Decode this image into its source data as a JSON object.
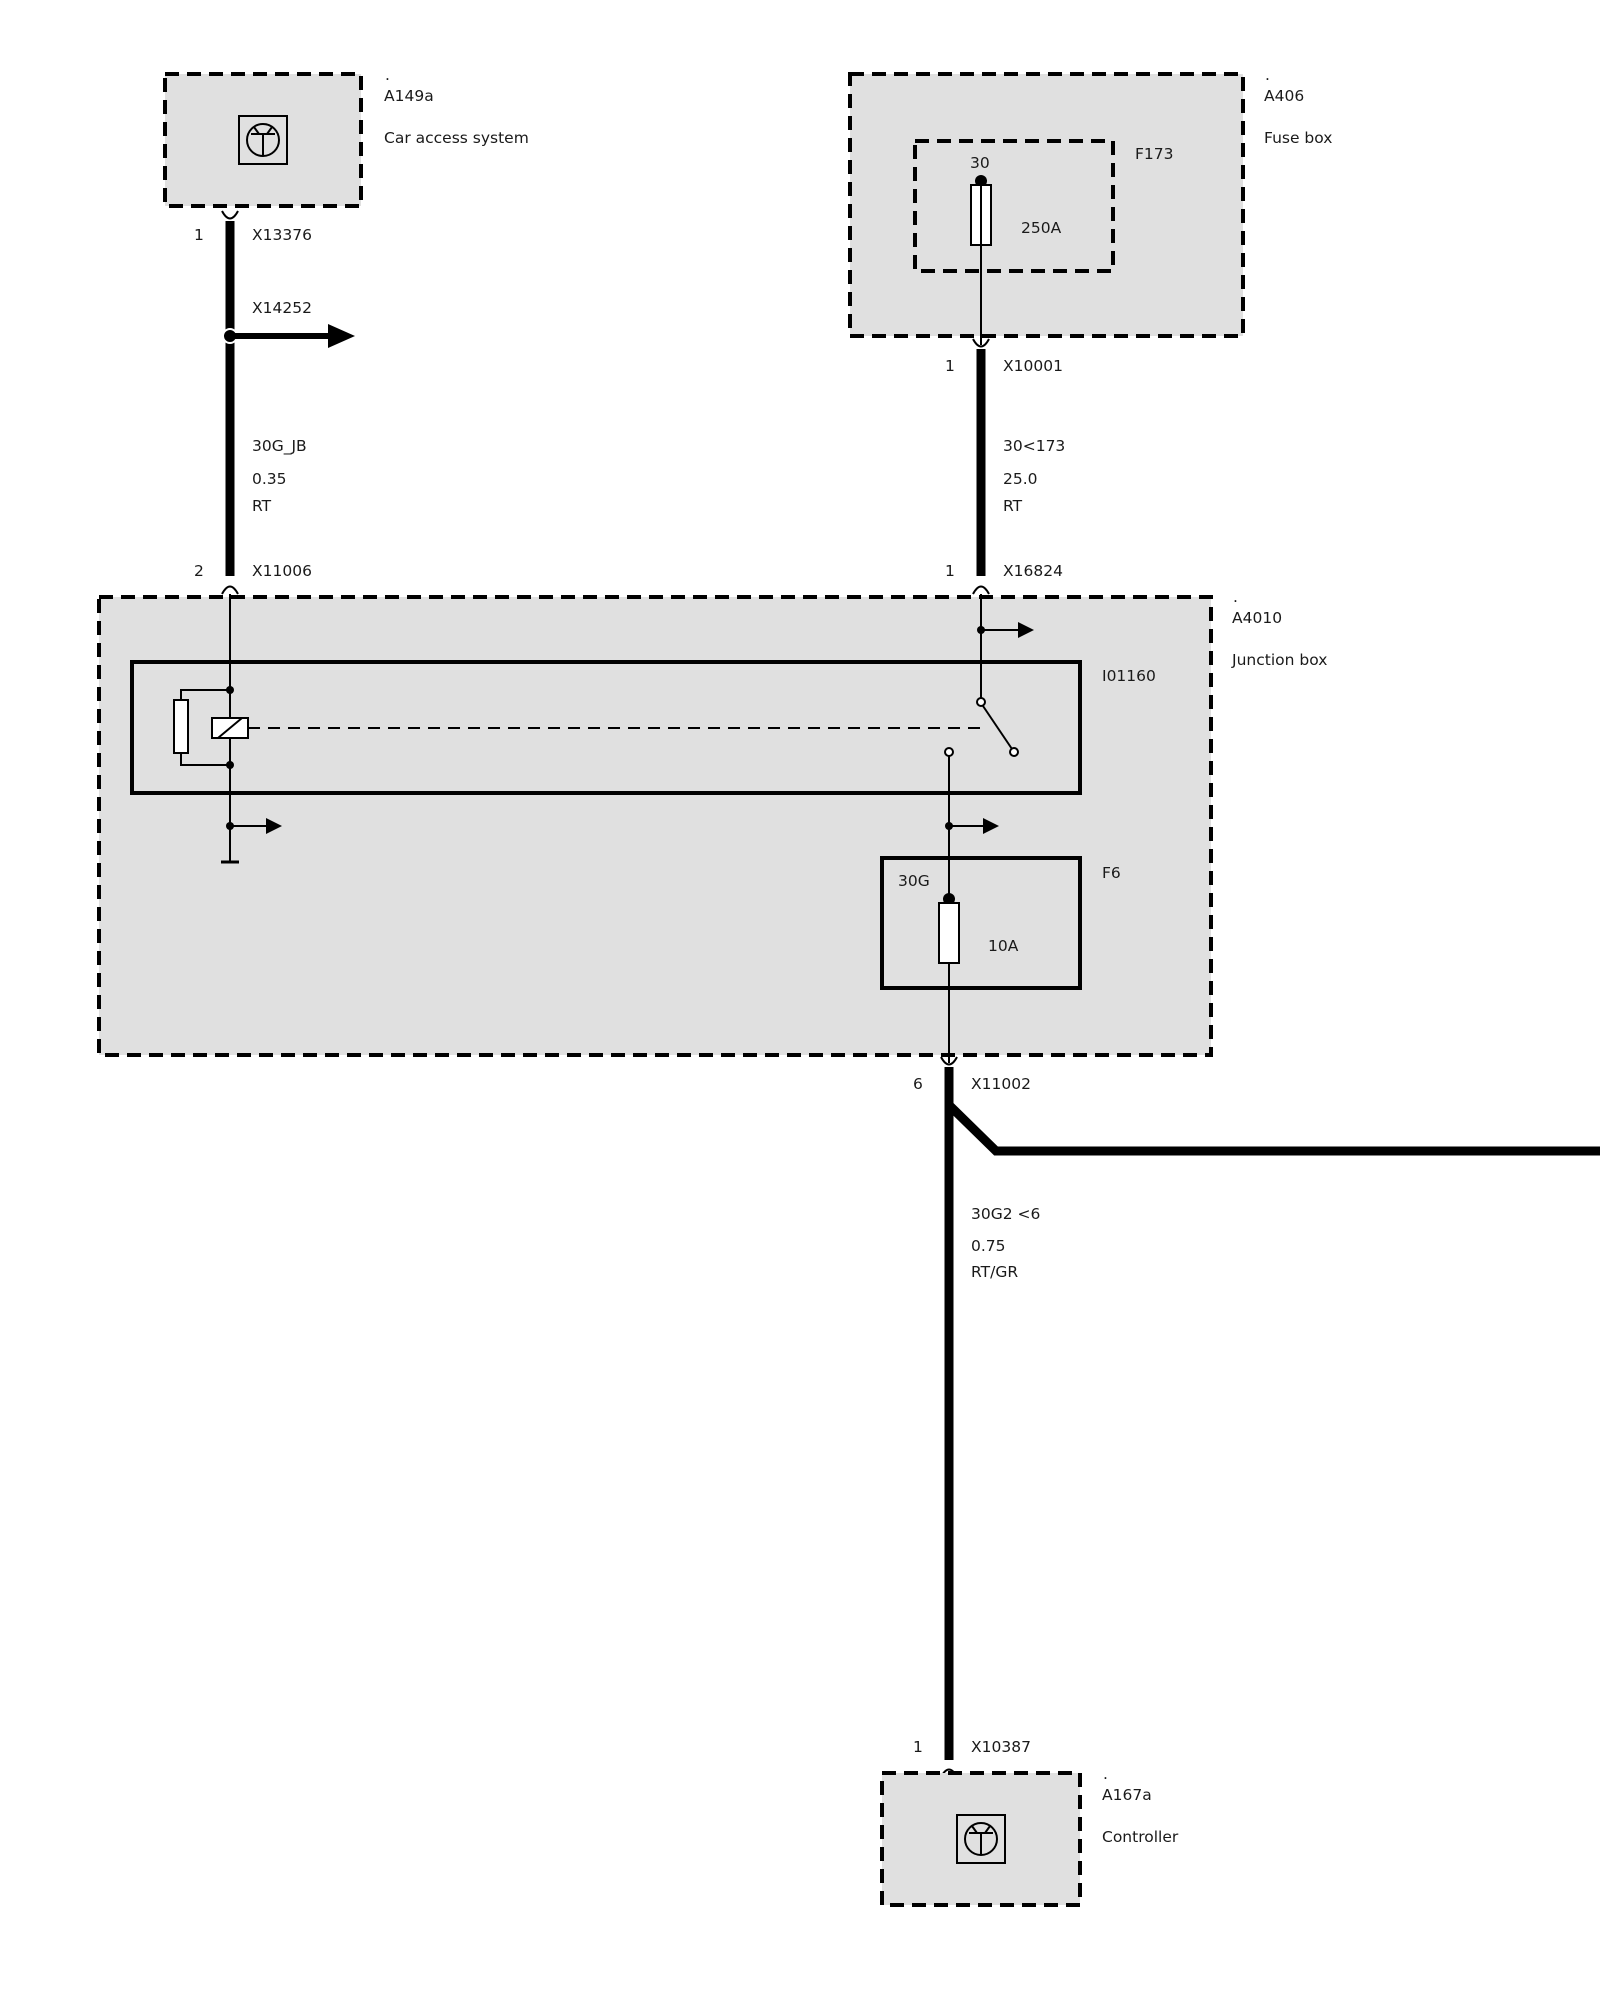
{
  "components": {
    "a149a": {
      "dot": ".",
      "id": "A149a",
      "name": "Car access system"
    },
    "a406": {
      "dot": ".",
      "id": "A406",
      "name": "Fuse box"
    },
    "a4010": {
      "dot": ".",
      "id": "A4010",
      "name": "Junction box"
    },
    "a167a": {
      "dot": ".",
      "id": "A167a",
      "name": "Controller"
    }
  },
  "fuses": {
    "f173": {
      "id": "F173",
      "terminal": "30",
      "rating": "250A"
    },
    "f6": {
      "id": "F6",
      "terminal": "30G",
      "rating": "10A"
    }
  },
  "relay": {
    "id": "I01160"
  },
  "connectors": {
    "x13376": {
      "pin": "1",
      "id": "X13376"
    },
    "x14252": {
      "id": "X14252"
    },
    "x10001": {
      "pin": "1",
      "id": "X10001"
    },
    "x11006": {
      "pin": "2",
      "id": "X11006"
    },
    "x16824": {
      "pin": "1",
      "id": "X16824"
    },
    "x11002": {
      "pin": "6",
      "id": "X11002"
    },
    "x10387": {
      "pin": "1",
      "id": "X10387"
    }
  },
  "wires": {
    "w1": {
      "signal": "30G_JB",
      "size": "0.35",
      "color": "RT"
    },
    "w2": {
      "signal": "30<173",
      "size": "25.0",
      "color": "RT"
    },
    "w3": {
      "signal": "30G2 <6",
      "size": "0.75",
      "color": "RT/GR"
    }
  }
}
